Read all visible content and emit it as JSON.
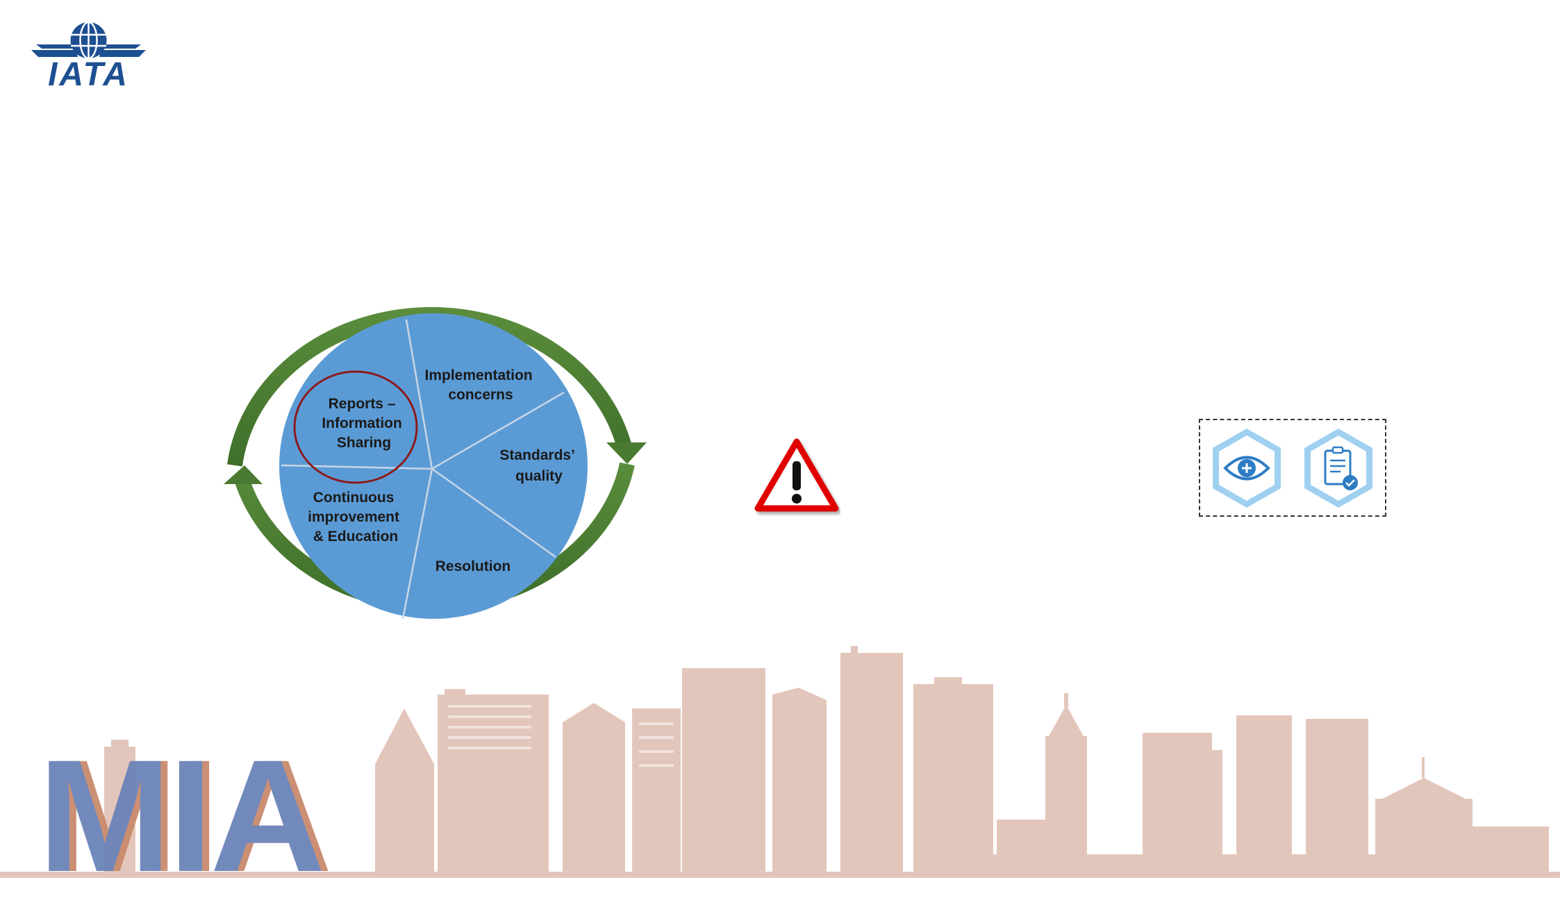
{
  "logo": {
    "text": "IATA",
    "icon": "iata-globe-wings-icon",
    "color": "#1d4f91"
  },
  "cycle": {
    "segments": [
      {
        "label_lines": [
          "Reports –",
          "Information",
          "Sharing"
        ],
        "highlighted": true
      },
      {
        "label_lines": [
          "Implementation",
          "concerns"
        ]
      },
      {
        "label_lines": [
          "Standards’",
          "quality"
        ]
      },
      {
        "label_lines": [
          "Resolution"
        ]
      },
      {
        "label_lines": [
          "Continuous",
          "improvement",
          "& Education"
        ]
      }
    ],
    "fill_color": "#5b9bd5",
    "arrow_color": "#4a7a32",
    "highlight_color": "#8b1a1a"
  },
  "warning": {
    "icon": "warning-icon",
    "color": "#e00000"
  },
  "icons": [
    {
      "icon": "eye-plus-icon"
    },
    {
      "icon": "clipboard-check-icon"
    }
  ],
  "footer": {
    "city": "MIA",
    "skyline_color": "#e3c6bb"
  }
}
